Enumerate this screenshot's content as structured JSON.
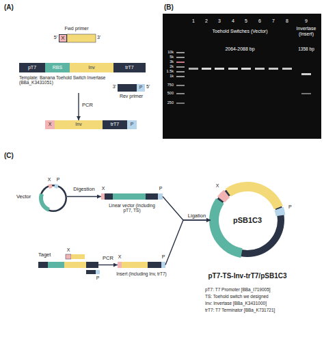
{
  "diagram": {
    "nodes": [
      {
        "text": [
          "X"
        ]
      },
      {
        "text": [
          "Template: Banana Toehold Switch Invertase (BBa_K3431051)"
        ]
      },
      {
        "text": [
          "pT7"
        ],
        "in": 1
      },
      {
        "text": [
          "RBS"
        ],
        "in": 1
      },
      {
        "text": [
          "Inv"
        ],
        "in": 1
      },
      {
        "text": [
          "trT7"
        ],
        "in": 1
      },
      {
        "text": [
          "P"
        ]
      },
      {
        "text": [
          "X"
        ]
      },
      {
        "text": [
          "Inv"
        ]
      },
      {
        "text": [
          "trT7"
        ]
      },
      {
        "text": [
          "P"
        ]
      },
      {
        "text": [
          "Vector"
        ]
      },
      {
        "text": [
          "Linear vector (Including pT7, TS)"
        ]
      },
      {
        "text": [
          "Taget"
        ]
      },
      {
        "text": [
          "Insert (Including Inv, trT7)"
        ]
      },
      {
        "text": [
          "pSB1C3",
          "pT7-TS-Inv-trT7/pSB1C3"
        ]
      }
    ],
    "edges": [
      {
        "from": 1,
        "to": 8,
        "arrow": "to",
        "label": "PCR"
      },
      {
        "from": 11,
        "to": 12,
        "arrow": "to",
        "label": "Digestion"
      },
      {
        "from": 13,
        "to": 14,
        "arrow": "to",
        "label": "PCR"
      },
      {
        "from": 12,
        "to": 15,
        "arrow": "to",
        "label": "Ligation"
      },
      {
        "from": 14,
        "to": 15,
        "arrow": "to"
      }
    ],
    "labels": [
      "(A)",
      "Fwd primer",
      "5'",
      "3'",
      "3'",
      "5'",
      "Rev primer",
      "(B)",
      "1",
      "2",
      "3",
      "4",
      "5",
      "6",
      "7",
      "8",
      "9",
      "Toehold Switches (Vector)",
      "2064-2088 bp",
      "Invertase (Insert)",
      "1358 bp",
      "10k",
      "5k",
      "3k",
      "2k",
      "1.5k",
      "1k",
      "750",
      "500",
      "250",
      "(C)",
      "X",
      "P",
      "X",
      "P",
      "X",
      "P",
      "X",
      "P",
      "X",
      "P",
      "pT7: T7 Promoter [BBa_I719005]",
      "TS: Toehold switch we designed",
      "Inv: Invertase [BBa_K3431000]",
      "trT7: T7 Terminator [BBa_K731721]"
    ]
  }
}
